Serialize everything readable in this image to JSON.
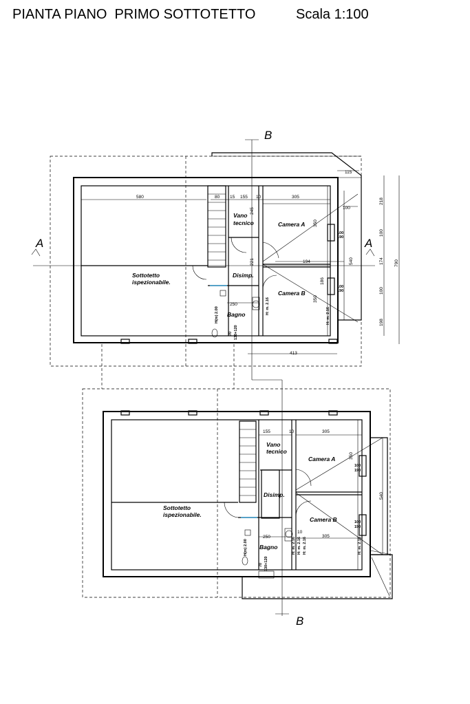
{
  "header": {
    "title": "PIANTA PIANO  PRIMO SOTTOTETTO",
    "scale": "Scala 1:100"
  },
  "sections": {
    "a": "A",
    "b": "B"
  },
  "plan_top": {
    "rooms": {
      "sottotetto_1": "Sottotetto",
      "sottotetto_2": "ispezionabile.",
      "vano_1": "Vano",
      "vano_2": "tecnico",
      "camera_a": "Camera A",
      "camera_b": "Camera B",
      "disimp": "Disimp.",
      "bagno": "Bagno"
    },
    "dims": {
      "d580": "580",
      "d80": "80",
      "d15": "15",
      "d155": "155",
      "d10": "10",
      "d305": "305",
      "d115": "115",
      "d100a": "100",
      "d218": "218",
      "d100b": "100",
      "d174": "174",
      "d100c": "100",
      "d198": "198",
      "d790": "790",
      "d540": "540",
      "d350a": "350",
      "d350b": "350",
      "d245": "245",
      "d221": "221",
      "d194": "194",
      "d186": "186",
      "d250": "250",
      "d413": "413",
      "win1": "100",
      "win1b": "190",
      "win2": "100",
      "win2b": "190",
      "h1": "H(m) 2.00",
      "h2": "H: m. 2.16",
      "h3": "H: m. 2.16",
      "door": "70",
      "door2": "130+120"
    }
  },
  "plan_bottom": {
    "rooms": {
      "sottotetto_1": "Sottotetto",
      "sottotetto_2": "ispezionabile.",
      "vano_1": "Vano",
      "vano_2": "tecnico",
      "camera_a": "Camera A",
      "camera_b": "Camera B",
      "disimp": "Disimp.",
      "bagno": "Bagno"
    },
    "dims": {
      "d155": "155",
      "d10": "10",
      "d305a": "305",
      "d305b": "305",
      "d350": "350",
      "d540": "540",
      "d250": "250",
      "d10b": "10",
      "win1": "100",
      "win1b": "190",
      "win2": "100",
      "win2b": "190",
      "h1": "H(m) 2.00",
      "h2": "H: m. 2.16",
      "h3": "H: m. 2.16",
      "h4": "H: m. 2.16",
      "h5": "H: m. 2.16",
      "door": "70",
      "door2": "130+120"
    }
  }
}
